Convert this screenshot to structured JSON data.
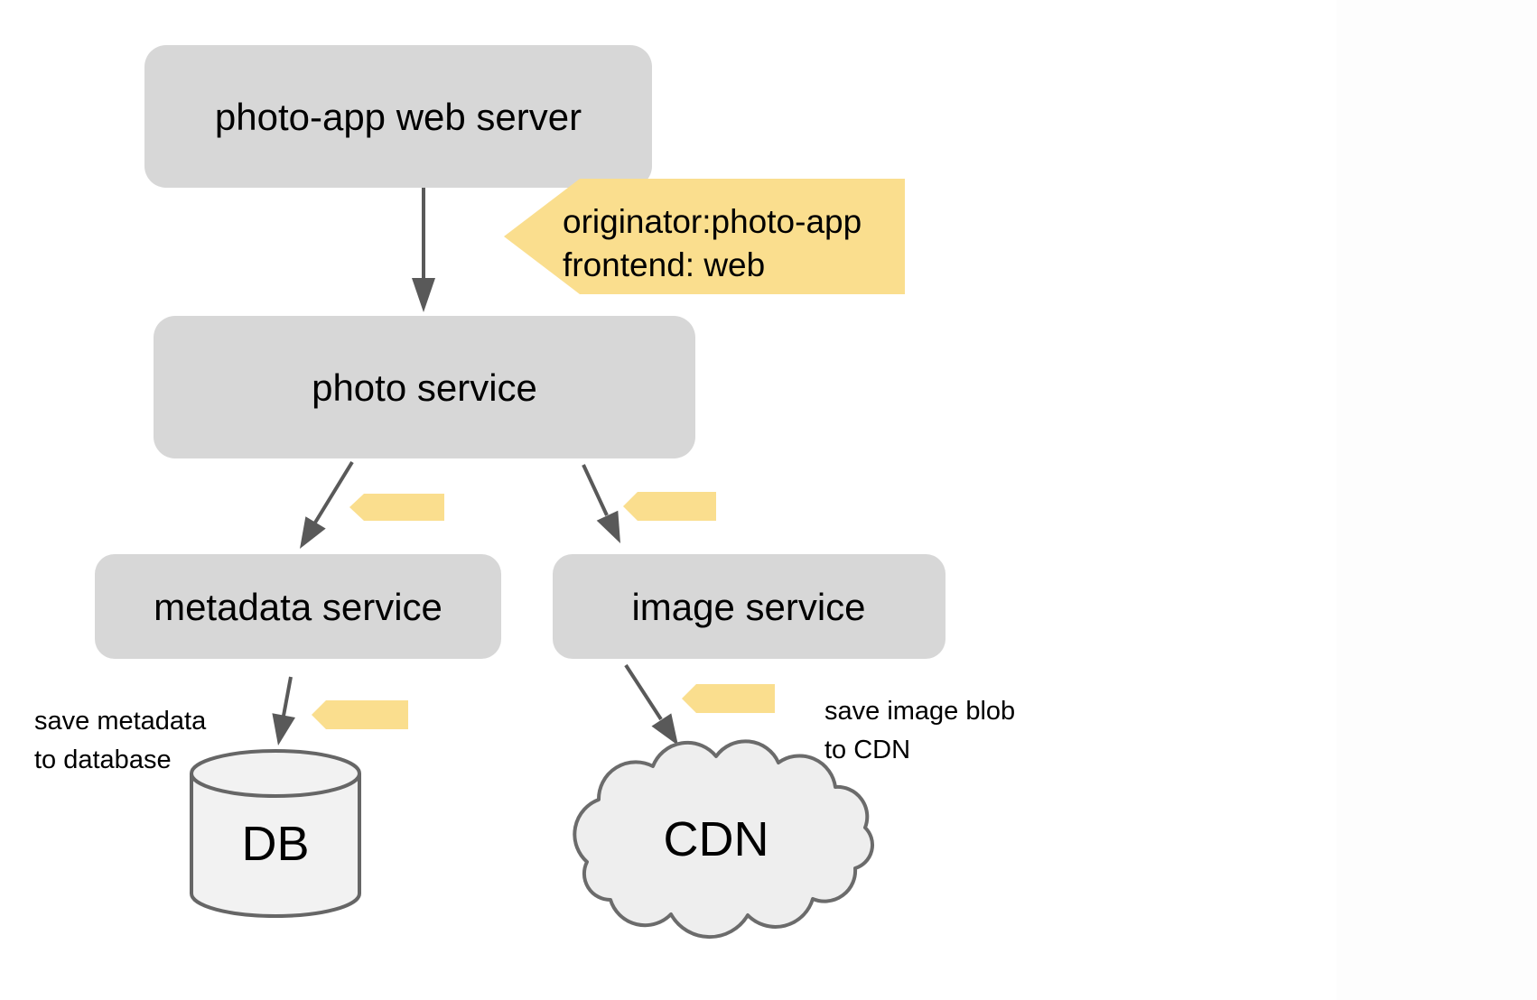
{
  "diagram": {
    "nodes": {
      "web_server": {
        "label": "photo-app web server"
      },
      "photo_service": {
        "label": "photo service"
      },
      "metadata_service": {
        "label": "metadata service"
      },
      "image_service": {
        "label": "image service"
      },
      "db": {
        "label": "DB"
      },
      "cdn": {
        "label": "CDN"
      }
    },
    "baggage_tag": {
      "line1": "originator:photo-app",
      "line2": "frontend: web"
    },
    "annotations": {
      "save_metadata": {
        "line1": "save metadata",
        "line2": "to database"
      },
      "save_image": {
        "line1": "save image blob",
        "line2": "to CDN"
      }
    },
    "colors": {
      "node_fill": "#d7d7d7",
      "tag_fill": "#fade8e",
      "arrow": "#595959",
      "db_fill": "#f2f2f2",
      "db_stroke": "#666666",
      "cloud_fill": "#eeeeee",
      "cloud_stroke": "#6b6b6b",
      "canvas": "#ffffff",
      "right_panel": "#fdfdfd"
    }
  }
}
